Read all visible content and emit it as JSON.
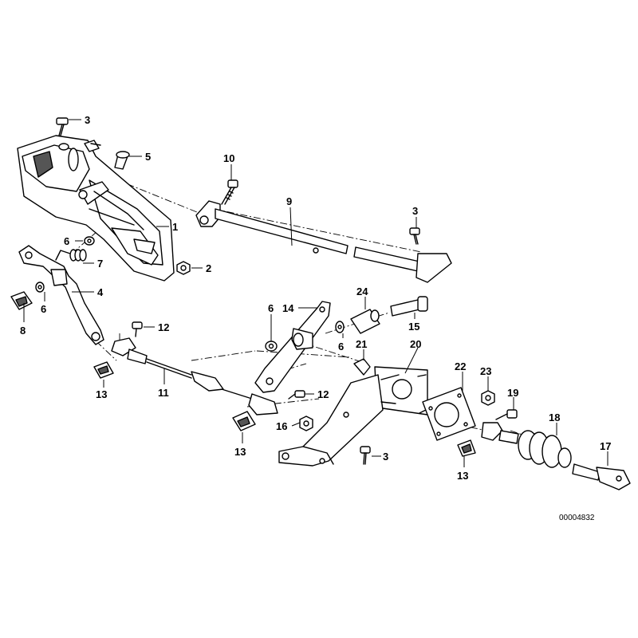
{
  "callouts": {
    "p1": "1",
    "p2": "2",
    "p3a": "3",
    "p3b": "3",
    "p3c": "3",
    "p4": "4",
    "p5": "5",
    "p6a": "6",
    "p6b": "6",
    "p6c": "6",
    "p6d": "6",
    "p7": "7",
    "p8": "8",
    "p9": "9",
    "p10": "10",
    "p11": "11",
    "p12a": "12",
    "p12b": "12",
    "p13a": "13",
    "p13b": "13",
    "p13c": "13",
    "p14": "14",
    "p15": "15",
    "p16": "16",
    "p17": "17",
    "p18": "18",
    "p19": "19",
    "p20": "20",
    "p21": "21",
    "p22": "22",
    "p23": "23",
    "p24": "24"
  },
  "document_number": "00004832"
}
